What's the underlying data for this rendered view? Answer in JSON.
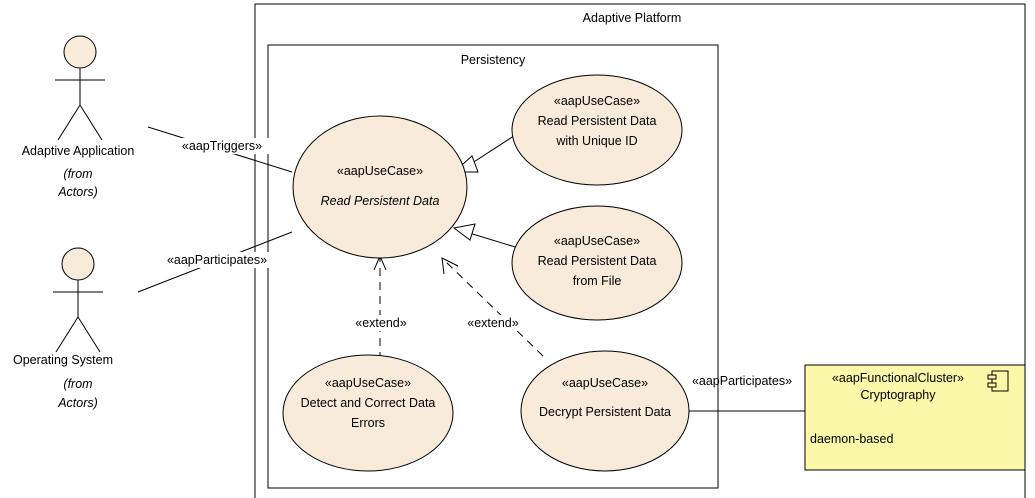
{
  "colors": {
    "usecase_fill": "#f8ebd9",
    "cluster_fill": "#fbf8a9",
    "line": "#000000",
    "background": "#ffffff"
  },
  "platform": {
    "title": "Adaptive Platform"
  },
  "subsystem": {
    "title": "Persistency"
  },
  "actors": [
    {
      "name": "Adaptive Application",
      "from_line1": "(from",
      "from_line2": "Actors)"
    },
    {
      "name": "Operating System",
      "from_line1": "(from",
      "from_line2": "Actors)"
    }
  ],
  "usecases": {
    "read": {
      "stereotype": "«aapUseCase»",
      "name": "Read Persistent Data"
    },
    "unique": {
      "stereotype": "«aapUseCase»",
      "line1": "Read Persistent Data",
      "line2": "with Unique ID"
    },
    "file": {
      "stereotype": "«aapUseCase»",
      "line1": "Read Persistent Data",
      "line2": "from File"
    },
    "detect": {
      "stereotype": "«aapUseCase»",
      "line1": "Detect and Correct Data",
      "line2": "Errors"
    },
    "decrypt": {
      "stereotype": "«aapUseCase»",
      "name": "Decrypt Persistent Data"
    }
  },
  "relations": {
    "triggers": "«aapTriggers»",
    "participates_os": "«aapParticipates»",
    "participates_crypto": "«aapParticipates»",
    "extend_detect": "«extend»",
    "extend_decrypt": "«extend»"
  },
  "cluster": {
    "stereotype": "«aapFunctionalCluster»",
    "name": "Cryptography",
    "attribute": "daemon-based",
    "icon": "component-icon"
  }
}
